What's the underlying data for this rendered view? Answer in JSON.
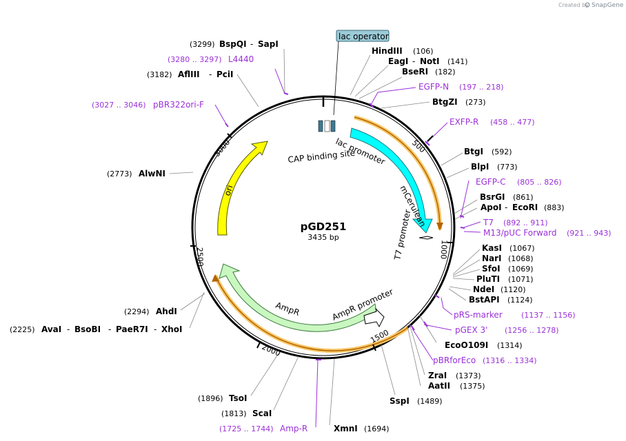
{
  "credit": {
    "text": "Created by",
    "brand": "SnapGene"
  },
  "plasmid": {
    "name": "pGD251",
    "size": "3435 bp"
  },
  "lac_operator": "lac operator",
  "enzymes": [
    {
      "id": "bspqi-sapi",
      "names": [
        "BspQI",
        "SapI"
      ],
      "pos": "(3299)"
    },
    {
      "id": "afliii-pcii",
      "names": [
        "AflIII",
        "PciI"
      ],
      "pos": "(3182)"
    },
    {
      "id": "hindiii",
      "names": [
        "HindIII"
      ],
      "pos": "(106)"
    },
    {
      "id": "eagi-noti",
      "names": [
        "EagI",
        "NotI"
      ],
      "pos": "(141)"
    },
    {
      "id": "bseri",
      "names": [
        "BseRI"
      ],
      "pos": "(182)"
    },
    {
      "id": "btgzi",
      "names": [
        "BtgZI"
      ],
      "pos": "(273)"
    },
    {
      "id": "btgi",
      "names": [
        "BtgI"
      ],
      "pos": "(592)"
    },
    {
      "id": "blpi",
      "names": [
        "BlpI"
      ],
      "pos": "(773)"
    },
    {
      "id": "bsrgi",
      "names": [
        "BsrGI"
      ],
      "pos": "(861)"
    },
    {
      "id": "apoi-ecori",
      "names": [
        "ApoI",
        "EcoRI"
      ],
      "pos": "(883)"
    },
    {
      "id": "kasi",
      "names": [
        "KasI"
      ],
      "pos": "(1067)"
    },
    {
      "id": "nari",
      "names": [
        "NarI"
      ],
      "pos": "(1068)"
    },
    {
      "id": "sfoi",
      "names": [
        "SfoI"
      ],
      "pos": "(1069)"
    },
    {
      "id": "pluti",
      "names": [
        "PluTI"
      ],
      "pos": "(1071)"
    },
    {
      "id": "ndei",
      "names": [
        "NdeI"
      ],
      "pos": "(1120)"
    },
    {
      "id": "bstapi",
      "names": [
        "BstAPI"
      ],
      "pos": "(1124)"
    },
    {
      "id": "ecoo109i",
      "names": [
        "EcoO109I"
      ],
      "pos": "(1314)"
    },
    {
      "id": "zrai",
      "names": [
        "ZraI"
      ],
      "pos": "(1373)"
    },
    {
      "id": "aatii",
      "names": [
        "AatII"
      ],
      "pos": "(1375)"
    },
    {
      "id": "sspi",
      "names": [
        "SspI"
      ],
      "pos": "(1489)"
    },
    {
      "id": "xmni",
      "names": [
        "XmnI"
      ],
      "pos": "(1694)"
    },
    {
      "id": "tsoi",
      "names": [
        "TsoI"
      ],
      "pos": "(1896)"
    },
    {
      "id": "scai",
      "names": [
        "ScaI"
      ],
      "pos": "(1813)"
    },
    {
      "id": "ahdi",
      "names": [
        "AhdI"
      ],
      "pos": "(2294)"
    },
    {
      "id": "avai-group",
      "names": [
        "AvaI",
        "BsoBI",
        "PaeR7I",
        "XhoI"
      ],
      "pos": "(2225)"
    },
    {
      "id": "alwni",
      "names": [
        "AlwNI"
      ],
      "pos": "(2773)"
    }
  ],
  "primers": [
    {
      "id": "l4440",
      "name": "L4440",
      "range": "(3280 .. 3297)"
    },
    {
      "id": "pbr322ori-f",
      "name": "pBR322ori-F",
      "range": "(3027 .. 3046)"
    },
    {
      "id": "egfp-n",
      "name": "EGFP-N",
      "range": "(197 .. 218)"
    },
    {
      "id": "exfp-r",
      "name": "EXFP-R",
      "range": "(458 .. 477)"
    },
    {
      "id": "egfp-c",
      "name": "EGFP-C",
      "range": "(805 .. 826)"
    },
    {
      "id": "t7",
      "name": "T7",
      "range": "(892 .. 911)"
    },
    {
      "id": "m13-puc-forward",
      "name": "M13/pUC Forward",
      "range": "(921 .. 943)"
    },
    {
      "id": "prs-marker",
      "name": "pRS-marker",
      "range": "(1137 .. 1156)"
    },
    {
      "id": "pgex-3",
      "name": "pGEX 3'",
      "range": "(1256 .. 1278)"
    },
    {
      "id": "pbrforeco",
      "name": "pBRforEco",
      "range": "(1316 .. 1334)"
    },
    {
      "id": "amp-r",
      "name": "Amp-R",
      "range": "(1725 .. 1744)"
    }
  ],
  "ruler": [
    "500",
    "1000",
    "1500",
    "2000",
    "2500",
    "3000"
  ],
  "features": {
    "mcerulean": "mCerulean",
    "lac_promoter": "lac promoter",
    "cap_binding_site": "CAP binding site",
    "t7_promoter": "T7 promoter",
    "ampr": "AmpR",
    "ampr_promoter": "AmpR promoter",
    "ori": "ori"
  }
}
